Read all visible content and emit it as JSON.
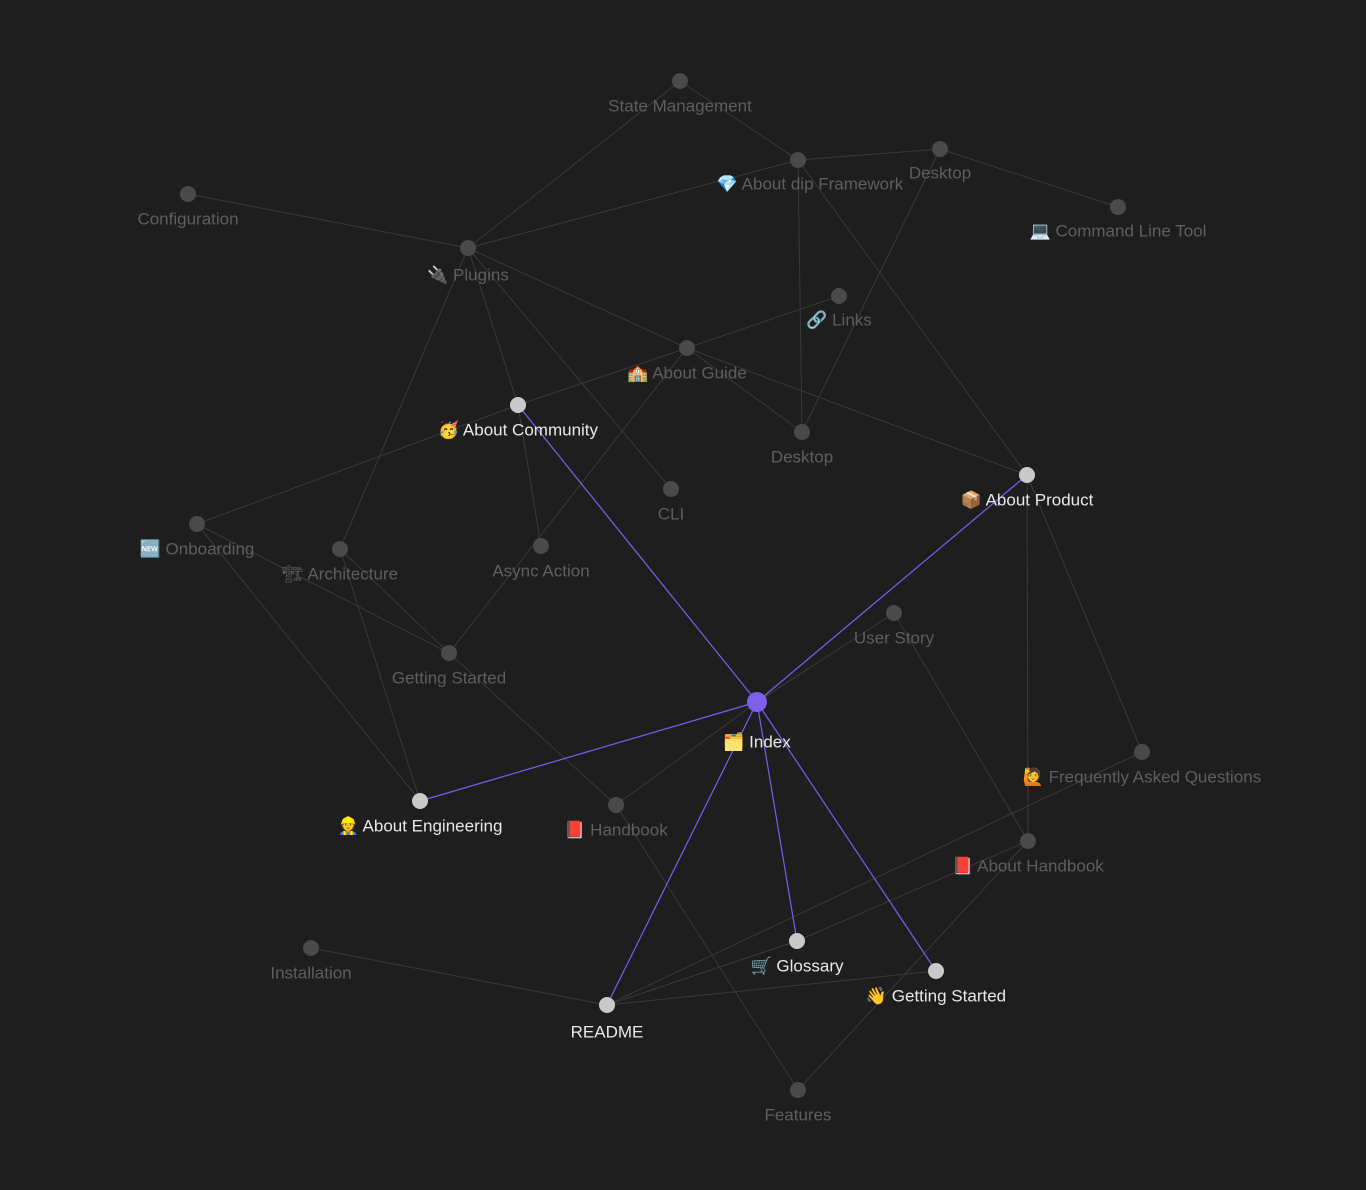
{
  "graph": {
    "center_node": "index",
    "colors": {
      "background": "#1e1e1e",
      "edge_dim": "#3a3a3a",
      "edge_highlight": "#7a5ff0",
      "node_dim": "#4a4a4a",
      "node_highlight": "#c9c9c9",
      "node_center": "#7b60ea",
      "label_dim": "#5e5e5e",
      "label_highlight": "#e8e8e8"
    },
    "nodes": [
      {
        "id": "state-management",
        "label": "State Management",
        "highlight": false
      },
      {
        "id": "about-dip-framework",
        "label": "💎 About dip Framework",
        "highlight": false
      },
      {
        "id": "desktop-top",
        "label": "Desktop",
        "highlight": false
      },
      {
        "id": "command-line-tool",
        "label": "💻 Command Line Tool",
        "highlight": false
      },
      {
        "id": "configuration",
        "label": "Configuration",
        "highlight": false
      },
      {
        "id": "plugins",
        "label": "🔌 Plugins",
        "highlight": false
      },
      {
        "id": "links",
        "label": "🔗 Links",
        "highlight": false
      },
      {
        "id": "about-guide",
        "label": "🏫 About Guide",
        "highlight": false
      },
      {
        "id": "about-community",
        "label": "🥳 About Community",
        "highlight": true
      },
      {
        "id": "desktop-mid",
        "label": "Desktop",
        "highlight": false
      },
      {
        "id": "about-product",
        "label": "📦 About Product",
        "highlight": true
      },
      {
        "id": "cli",
        "label": "CLI",
        "highlight": false
      },
      {
        "id": "onboarding",
        "label": "🆕 Onboarding",
        "highlight": false
      },
      {
        "id": "architecture",
        "label": "🏗 Architecture",
        "highlight": false
      },
      {
        "id": "async-action",
        "label": "Async Action",
        "highlight": false
      },
      {
        "id": "user-story",
        "label": "User Story",
        "highlight": false
      },
      {
        "id": "getting-started-dim",
        "label": "Getting Started",
        "highlight": false
      },
      {
        "id": "index",
        "label": "🗂️ Index",
        "highlight": true,
        "center": true
      },
      {
        "id": "faq",
        "label": "🙋 Frequently Asked Questions",
        "highlight": false
      },
      {
        "id": "about-engineering",
        "label": "👷 About Engineering",
        "highlight": true
      },
      {
        "id": "handbook",
        "label": "📕 Handbook",
        "highlight": false
      },
      {
        "id": "about-handbook",
        "label": "📕 About Handbook",
        "highlight": false
      },
      {
        "id": "installation",
        "label": "Installation",
        "highlight": false
      },
      {
        "id": "glossary",
        "label": "🛒 Glossary",
        "highlight": true
      },
      {
        "id": "getting-started-hl",
        "label": "👋 Getting Started",
        "highlight": true
      },
      {
        "id": "readme",
        "label": "README",
        "highlight": true
      },
      {
        "id": "features",
        "label": "Features",
        "highlight": false
      }
    ],
    "edges": [
      [
        "index",
        "about-community",
        true
      ],
      [
        "index",
        "about-product",
        true
      ],
      [
        "index",
        "about-engineering",
        true
      ],
      [
        "index",
        "readme",
        true
      ],
      [
        "index",
        "glossary",
        true
      ],
      [
        "index",
        "getting-started-hl",
        true
      ],
      [
        "state-management",
        "about-dip-framework",
        false
      ],
      [
        "state-management",
        "plugins",
        false
      ],
      [
        "about-dip-framework",
        "desktop-top",
        false
      ],
      [
        "about-dip-framework",
        "plugins",
        false
      ],
      [
        "about-dip-framework",
        "desktop-mid",
        false
      ],
      [
        "about-dip-framework",
        "about-product",
        false
      ],
      [
        "desktop-top",
        "command-line-tool",
        false
      ],
      [
        "desktop-top",
        "desktop-mid",
        false
      ],
      [
        "configuration",
        "plugins",
        false
      ],
      [
        "plugins",
        "about-guide",
        false
      ],
      [
        "plugins",
        "cli",
        false
      ],
      [
        "plugins",
        "architecture",
        false
      ],
      [
        "plugins",
        "about-community",
        false
      ],
      [
        "about-guide",
        "links",
        false
      ],
      [
        "about-guide",
        "desktop-mid",
        false
      ],
      [
        "about-guide",
        "about-product",
        false
      ],
      [
        "about-guide",
        "about-community",
        false
      ],
      [
        "about-guide",
        "getting-started-dim",
        false
      ],
      [
        "about-community",
        "onboarding",
        false
      ],
      [
        "about-community",
        "async-action",
        false
      ],
      [
        "onboarding",
        "getting-started-dim",
        false
      ],
      [
        "onboarding",
        "about-engineering",
        false
      ],
      [
        "architecture",
        "getting-started-dim",
        false
      ],
      [
        "architecture",
        "about-engineering",
        false
      ],
      [
        "getting-started-dim",
        "handbook",
        false
      ],
      [
        "handbook",
        "features",
        false
      ],
      [
        "handbook",
        "index",
        false
      ],
      [
        "user-story",
        "index",
        false
      ],
      [
        "user-story",
        "about-handbook",
        false
      ],
      [
        "about-product",
        "faq",
        false
      ],
      [
        "about-product",
        "about-handbook",
        false
      ],
      [
        "faq",
        "readme",
        false
      ],
      [
        "about-handbook",
        "glossary",
        false
      ],
      [
        "about-handbook",
        "features",
        false
      ],
      [
        "installation",
        "readme",
        false
      ],
      [
        "readme",
        "getting-started-hl",
        false
      ],
      [
        "readme",
        "glossary",
        false
      ]
    ]
  }
}
